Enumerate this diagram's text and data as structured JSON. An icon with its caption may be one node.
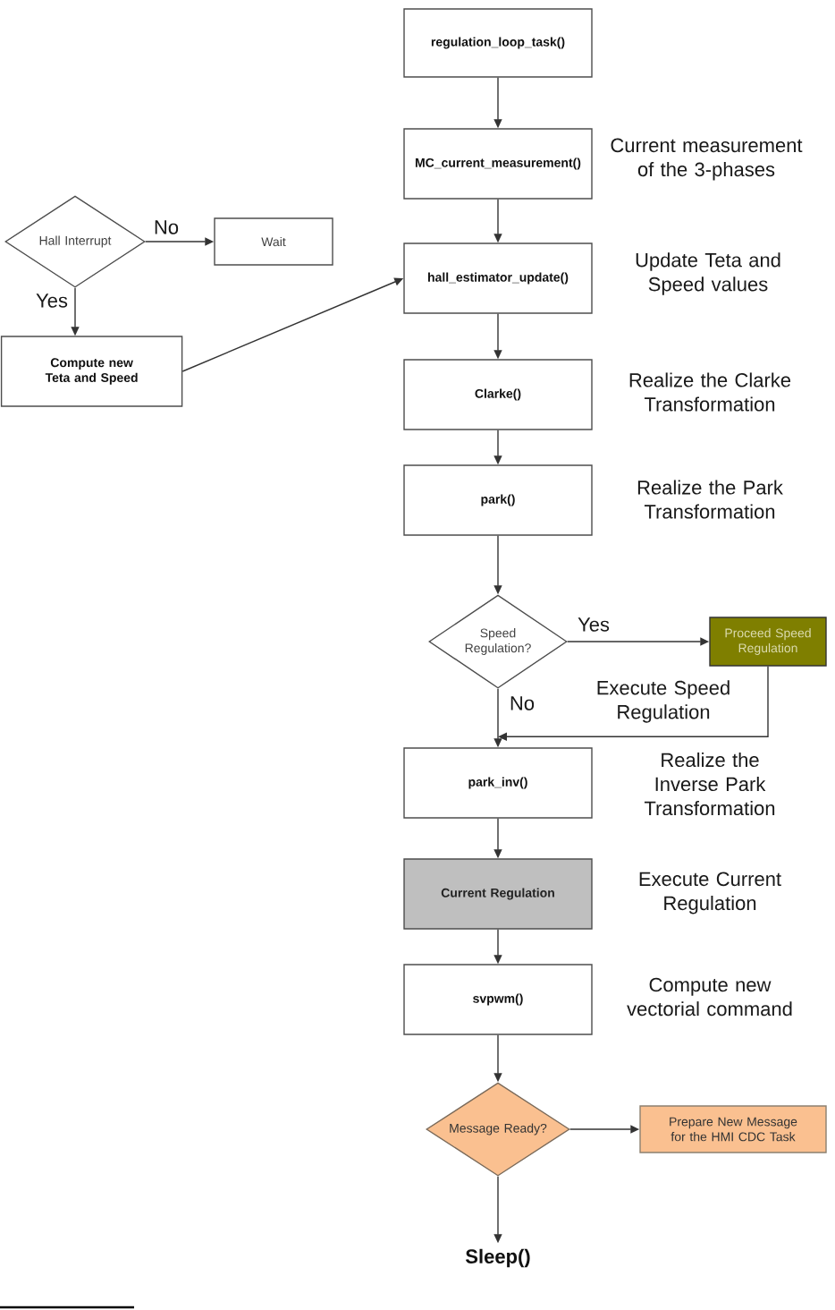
{
  "diagram": {
    "nodes": [
      {
        "text": [
          "regulation_loop_task()"
        ]
      },
      {
        "text": [
          "MC_current_measurement()"
        ],
        "beside": [
          "Current measurement of the 3-phases"
        ]
      },
      {
        "text": [
          "hall_estimator_update()"
        ],
        "beside": [
          "Update Teta and Speed values"
        ]
      },
      {
        "text": [
          "Clarke()"
        ],
        "beside": [
          "Realize the Clarke Transformation"
        ]
      },
      {
        "text": [
          "park()"
        ],
        "beside": [
          "Realize the Park Transformation"
        ]
      },
      {
        "text": [
          "Speed Regulation?"
        ]
      },
      {
        "text": [
          "Proceed Speed Regulation"
        ],
        "beside": [
          "Execute Speed Regulation"
        ]
      },
      {
        "text": [
          "park_inv()"
        ],
        "beside": [
          "Realize the Inverse Park Transformation"
        ]
      },
      {
        "text": [
          "Current Regulation"
        ],
        "beside": [
          "Execute Current Regulation"
        ]
      },
      {
        "text": [
          "svpwm()"
        ],
        "beside": [
          "Compute new vectorial command"
        ]
      },
      {
        "text": [
          "Message Ready?"
        ]
      },
      {
        "text": [
          "Prepare New Message for the HMI CDC Task"
        ]
      },
      {
        "text": [
          "Sleep()"
        ]
      },
      {
        "text": [
          "Hall Interrupt"
        ]
      },
      {
        "text": [
          "Wait"
        ]
      },
      {
        "text": [
          "Compute new Teta and Speed"
        ]
      }
    ],
    "edges": [
      {
        "from": 0,
        "to": 1,
        "arrow": "to"
      },
      {
        "from": 1,
        "to": 2,
        "arrow": "to"
      },
      {
        "from": 2,
        "to": 3,
        "arrow": "to"
      },
      {
        "from": 3,
        "to": 4,
        "arrow": "to"
      },
      {
        "from": 4,
        "to": 5,
        "arrow": "to"
      },
      {
        "from": 5,
        "to": 6,
        "arrow": "to",
        "label": "Yes"
      },
      {
        "from": 5,
        "to": 7,
        "arrow": "to",
        "label": "No"
      },
      {
        "from": 6,
        "to": 7,
        "arrow": "to"
      },
      {
        "from": 7,
        "to": 8,
        "arrow": "to"
      },
      {
        "from": 8,
        "to": 9,
        "arrow": "to"
      },
      {
        "from": 9,
        "to": 10,
        "arrow": "to"
      },
      {
        "from": 10,
        "to": 11,
        "arrow": "to"
      },
      {
        "from": 10,
        "to": 12,
        "arrow": "to"
      },
      {
        "from": 13,
        "to": 14,
        "arrow": "to",
        "label": "No"
      },
      {
        "from": 13,
        "to": 15,
        "arrow": "to",
        "label": "Yes"
      },
      {
        "from": 15,
        "to": 2,
        "arrow": "to"
      }
    ]
  }
}
